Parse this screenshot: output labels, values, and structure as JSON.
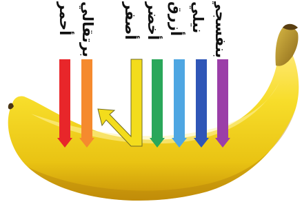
{
  "labels": [
    {
      "text": "أحمر",
      "color": "#e8262a"
    },
    {
      "text": "برتقالي",
      "color": "#f58a2e"
    },
    {
      "text": "أصفر",
      "color": "#f3dc1c"
    },
    {
      "text": "أخضر",
      "color": "#2aa75a"
    },
    {
      "text": "أزرق",
      "color": "#4ea6e2"
    },
    {
      "text": "نيلي",
      "color": "#2f56b7"
    },
    {
      "text": "بنفسجي",
      "color": "#9b3ea8"
    }
  ],
  "colors": {
    "background": "#ffffff",
    "banana_body": "#f2d21a",
    "banana_shadow": "#d9a90f",
    "banana_tip": "#4a3514"
  }
}
